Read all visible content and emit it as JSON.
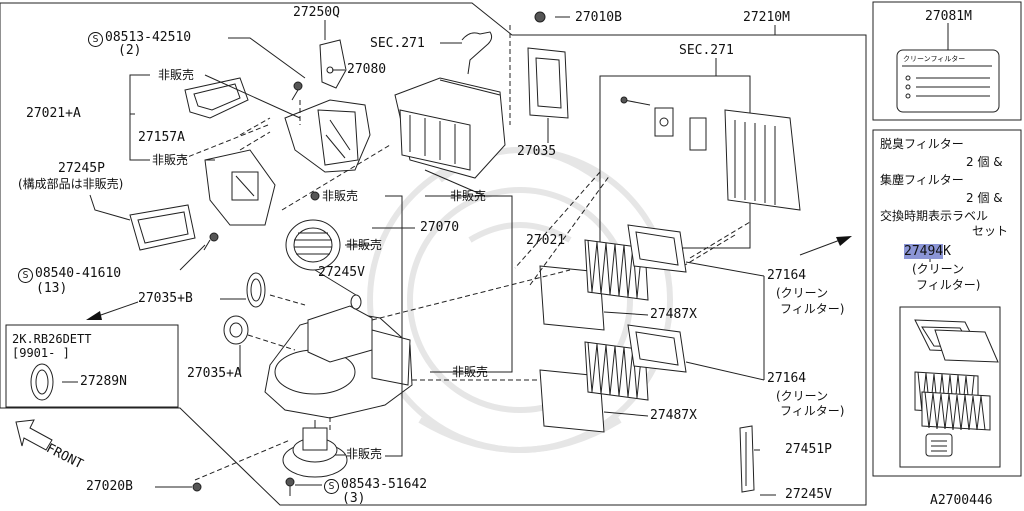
{
  "diagram_id": "A2700446",
  "labels": {
    "p27250Q": "27250Q",
    "p27010B": "27010B",
    "p27210M": "27210M",
    "p27081M": "27081M",
    "bolt1_num": "08513-42510",
    "bolt1_qty": "(2)",
    "sec271a": "SEC.271",
    "sec271b": "SEC.271",
    "p27080": "27080",
    "nonsale": "非販売",
    "p27021A": "27021+A",
    "p27157A": "27157A",
    "p27035": "27035",
    "p27245P": "27245P",
    "p27245P_note": "(構成部品は非販売)",
    "p27070": "27070",
    "p27021": "27021",
    "bolt2_num": "08540-41610",
    "bolt2_qty": "(13)",
    "p27245V_a": "27245V",
    "p27035B": "27035+B",
    "p27164_a": "27164",
    "p27164_a_note1": "(クリーン",
    "p27164_a_note2": "フィルター)",
    "p27487X_a": "27487X",
    "engine_note1": "2K.RB26DETT",
    "engine_note2": "[9901-  ]",
    "p27289N": "27289N",
    "p27035A": "27035+A",
    "p27164_b": "27164",
    "p27164_b_note1": "(クリーン",
    "p27164_b_note2": "フィルター)",
    "p27487X_b": "27487X",
    "front": "FRONT",
    "p27451P": "27451P",
    "p27020B": "27020B",
    "bolt3_num": "08543-51642",
    "bolt3_qty": "(3)",
    "p27245V_b": "27245V",
    "circle_s": "S",
    "kit_line1": "脱臭フィルター",
    "kit_line2": "2 個 &",
    "kit_line3": "集塵フィルター",
    "kit_line4": "2 個 &",
    "kit_line5": "交換時期表示ラベル",
    "kit_line6": "セット",
    "kit_num_hl": "27494",
    "kit_num_rest": "K",
    "kit_note1": "(クリーン",
    "kit_note2": "フィルター)",
    "label_sticker": "クリーンフィルター"
  }
}
